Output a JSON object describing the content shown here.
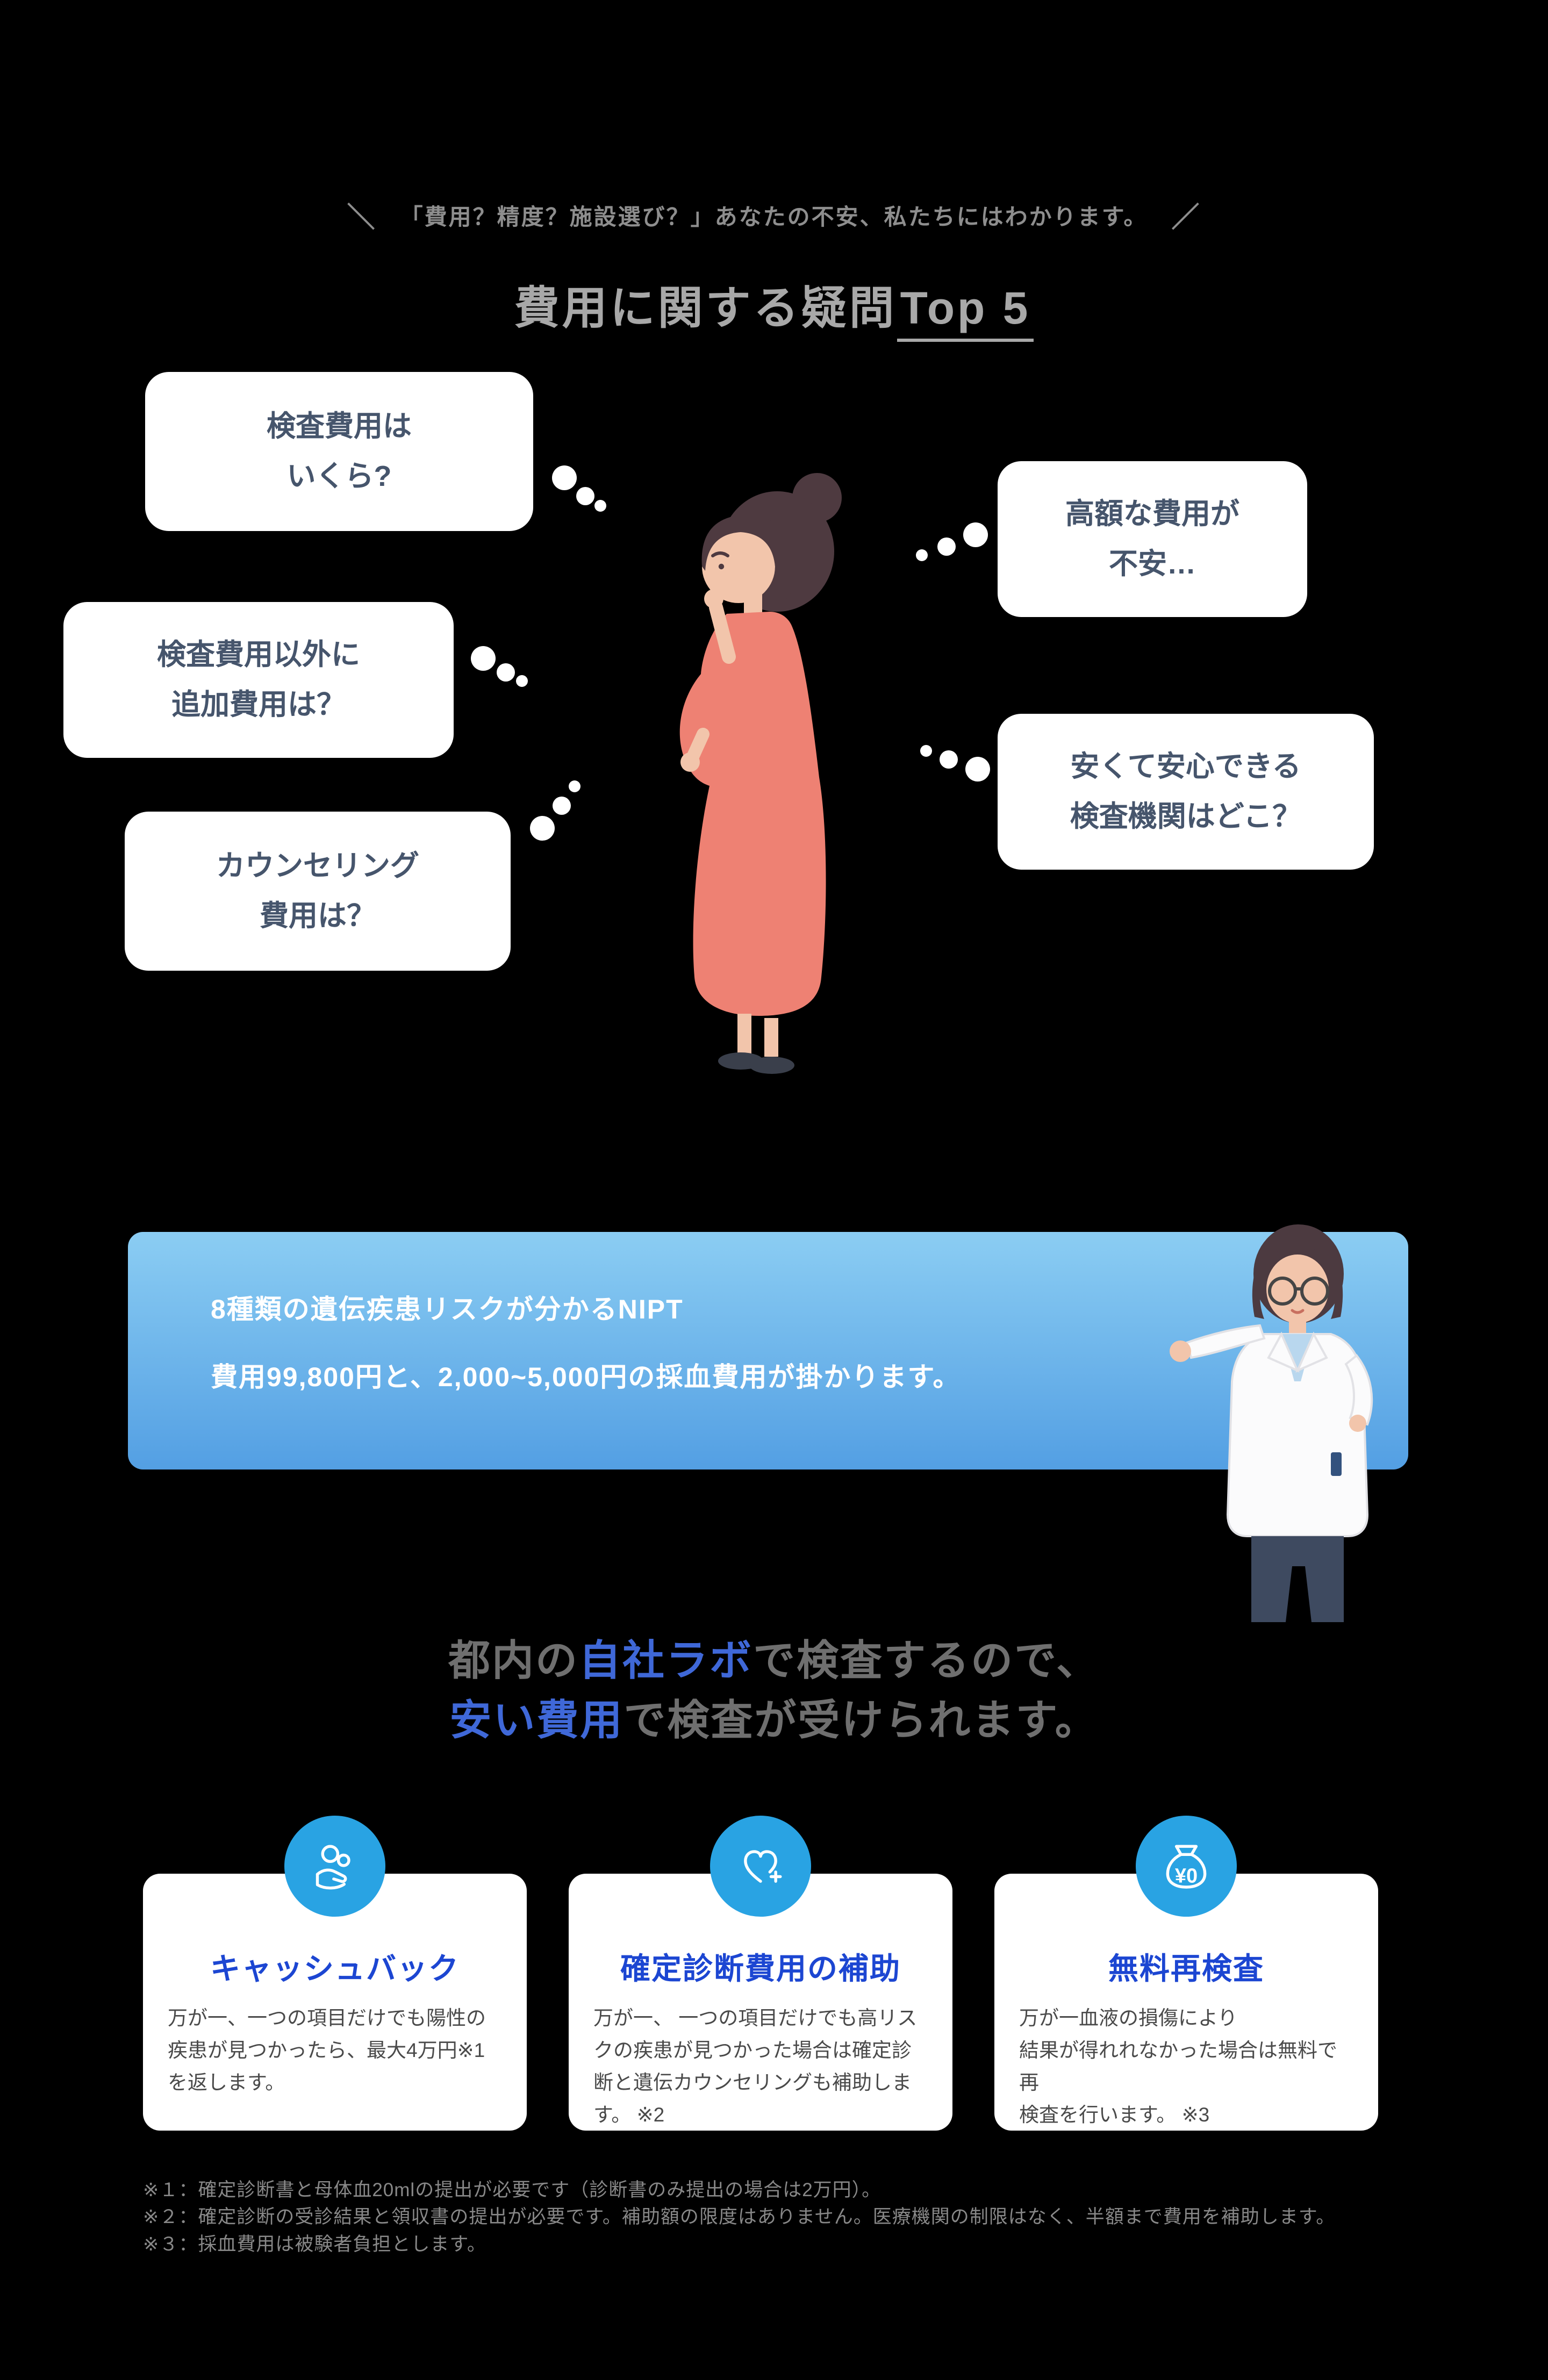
{
  "tagline": {
    "left_mark": "＼",
    "text": "「費用？精度？施設選び？」あなたの不安、私たちにはわかります。",
    "right_mark": "／"
  },
  "heading": {
    "prefix": "費用に関する疑問",
    "underlined": "Top 5"
  },
  "bubbles": {
    "left1": {
      "line1": "検査費用は",
      "line2": "いくら?"
    },
    "left2": {
      "line1": "検査費用以外に",
      "line2": "追加費用は？"
    },
    "left3": {
      "line1": "カウンセリング",
      "line2": "費用は？"
    },
    "right1": {
      "line1": "高額な費用が",
      "line2": "不安…"
    },
    "right2": {
      "line1": "安くて安心できる",
      "line2": "検査機関はどこ？"
    }
  },
  "banner": {
    "line1": "8種類の遺伝疾患リスクが分かるNIPT",
    "line2": "費用99,800円と、2,000~5,000円の採血費用が掛かります。"
  },
  "lab_heading": {
    "l1_gray": "都内の",
    "l1_blue": "自社ラボ",
    "l1_gray2": "で検査するので、",
    "l2_blue": "安い費用",
    "l2_gray": "で検査が受けられます。"
  },
  "cards": [
    {
      "title": "キャッシュバック",
      "body": "万が一、一つの項目だけでも陽性の疾患が見つかったら、最大4万円※1を返します。"
    },
    {
      "title": "確定診断費用の補助",
      "body": "万が一、 一つの項目だけでも高リスクの疾患が見つかった場合は確定診断と遺伝カウンセリングも補助します。 ※2"
    },
    {
      "title": "無料再検査",
      "body": "万が一血液の損傷により\n結果が得れれなかった場合は無料で再\n検査を行います。 ※3",
      "icon_label": "¥0"
    }
  ],
  "footnotes": [
    "※１：確定診断書と母体血20mlの提出が必要です（診断書のみ提出の場合は2万円）。",
    "※２：確定診断の受診結果と領収書の提出が必要です。補助額の限度はありません。医療機関の制限はなく、半額まで費用を補助します。",
    "※３：採血費用は被験者負担とします。"
  ],
  "colors": {
    "background": "#000000",
    "bubble_text": "#46556c",
    "accent_blue": "#3f68d8",
    "card_title_blue": "#1c46d2",
    "icon_circle_blue": "#29a3e3",
    "banner_gradient_top": "#8bcdf3",
    "banner_gradient_bottom": "#539fe3"
  }
}
